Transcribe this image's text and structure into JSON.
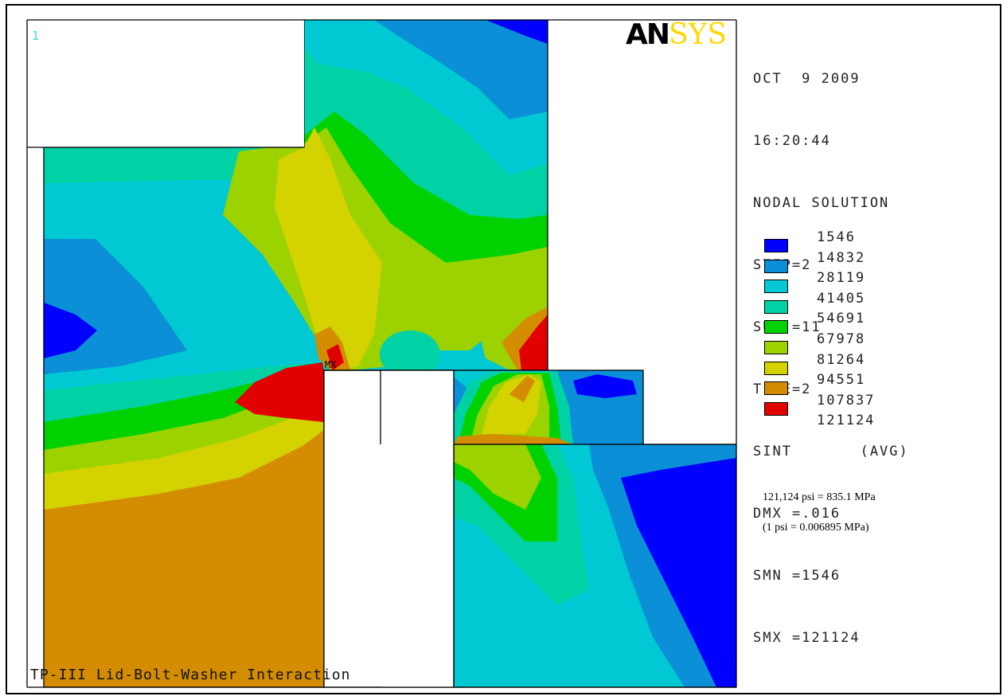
{
  "window_number": "1",
  "logo": {
    "part1": "AN",
    "part2": "SYS"
  },
  "info": [
    "OCT  9 2009",
    "16:20:44",
    "NODAL SOLUTION",
    "STEP=2",
    "SUB =11",
    "TIME=2",
    "SINT       (AVG)",
    "DMX =.016",
    "SMN =1546",
    "SMX =121124"
  ],
  "legend": [
    {
      "value": "1546",
      "color": "#0000ff"
    },
    {
      "value": "14832",
      "color": "#0b8fd6"
    },
    {
      "value": "28119",
      "color": "#00c9d4"
    },
    {
      "value": "41405",
      "color": "#00d2a6"
    },
    {
      "value": "54691",
      "color": "#00d200"
    },
    {
      "value": "67978",
      "color": "#9bd200"
    },
    {
      "value": "81264",
      "color": "#d4d200"
    },
    {
      "value": "94551",
      "color": "#d48c00"
    },
    {
      "value": "107837",
      "color": "#e00000"
    },
    {
      "value": "121124",
      "color": null
    }
  ],
  "max_marker": "MX",
  "notes": {
    "conversion": "121,124 psi = 835.1 MPa",
    "unit": "(1 psi = 0.006895 MPa)"
  },
  "caption": "TP-III Lid-Bolt-Washer Interaction"
}
